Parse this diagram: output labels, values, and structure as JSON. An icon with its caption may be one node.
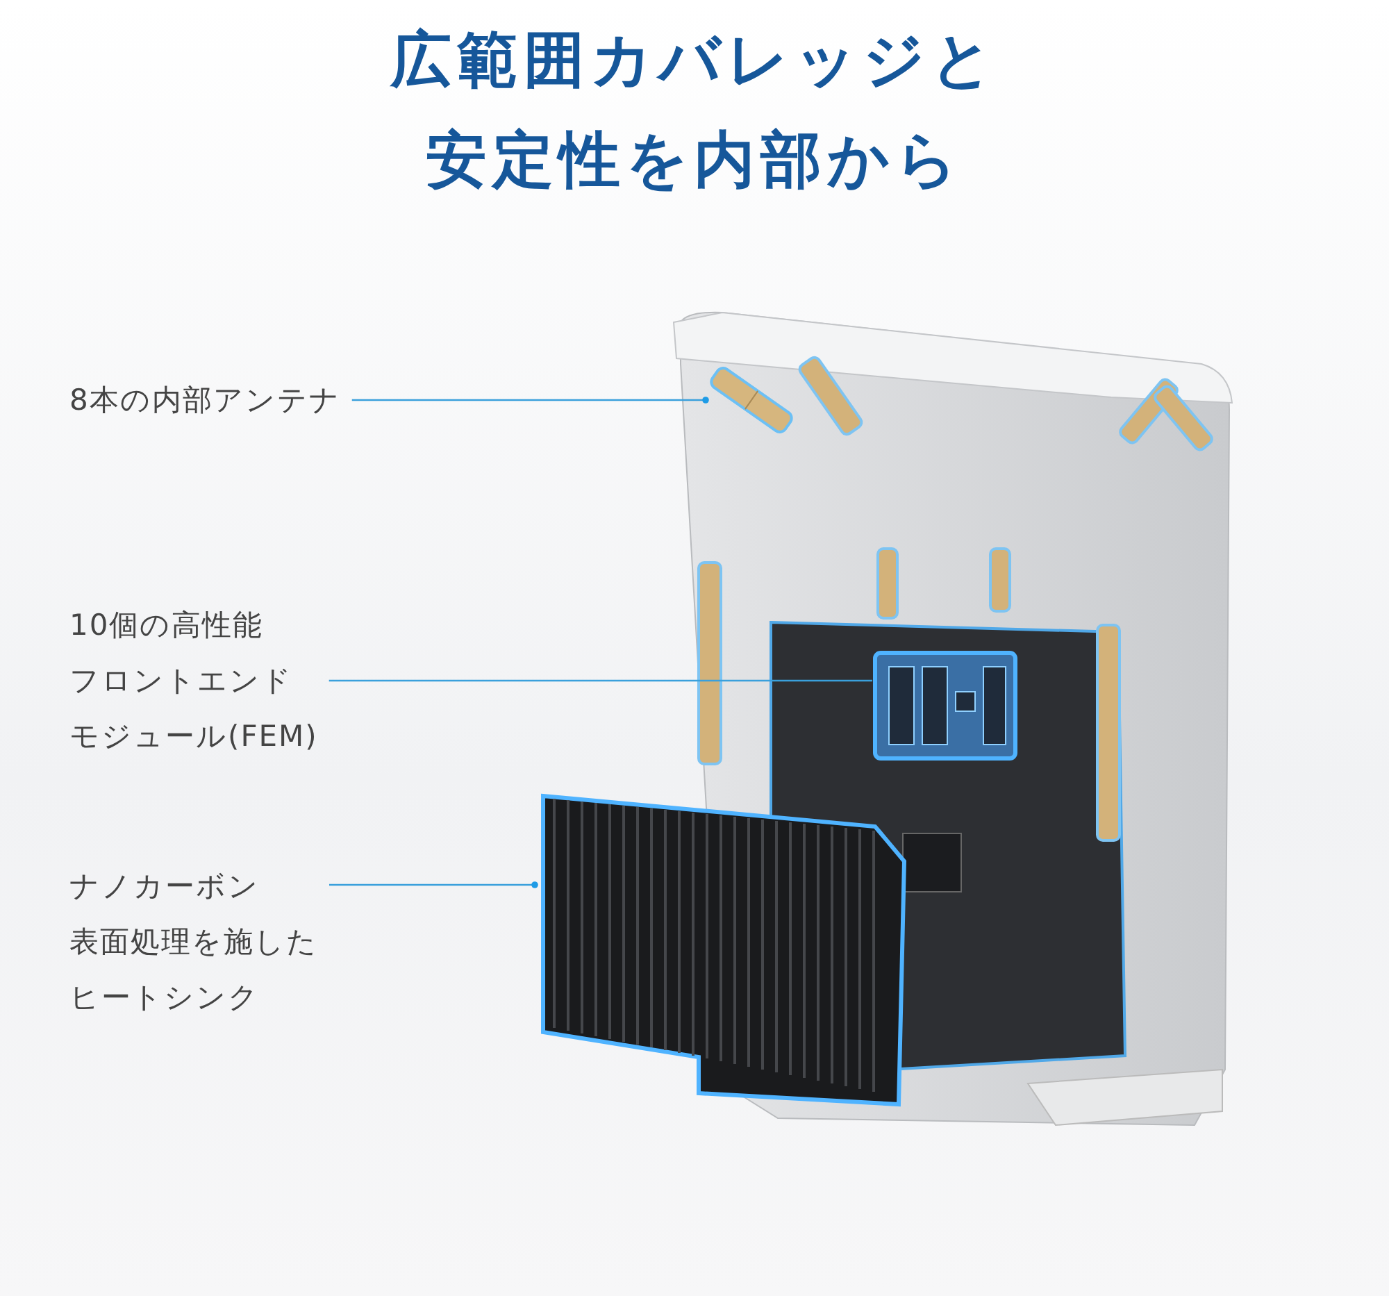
{
  "diagram": {
    "title": "広範囲カバレッジと安定性を内部から",
    "nodes": [
      {
        "text": [
          "8本の内部アンテナ"
        ]
      },
      {
        "text": [],
        "shape": "picture"
      },
      {
        "text": [
          "10個の高性能フロントエンドモジュール(FEM)"
        ]
      },
      {
        "text": [],
        "shape": "picture"
      },
      {
        "text": [
          "ナノカーボン表面処理を施したヒートシンク"
        ]
      },
      {
        "text": [],
        "shape": "picture"
      }
    ],
    "edges": [
      {
        "from": 0,
        "to": 1,
        "arrow": "other"
      },
      {
        "from": 2,
        "to": 3,
        "arrow": "none"
      },
      {
        "from": 4,
        "to": 5,
        "arrow": "other"
      }
    ]
  }
}
